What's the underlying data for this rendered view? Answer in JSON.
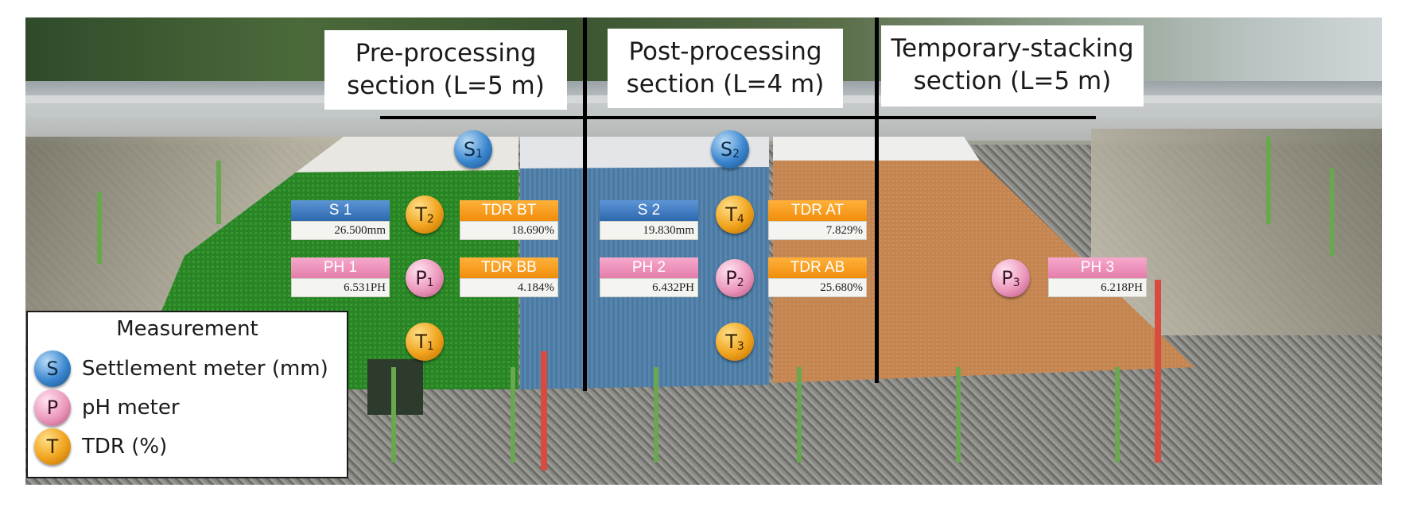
{
  "sections": [
    {
      "line1": "Pre-processing",
      "line2": "section (L=5 m)"
    },
    {
      "line1": "Post-processing",
      "line2": "section (L=4 m)"
    },
    {
      "line1": "Temporary-stacking",
      "line2": "section (L=5 m)"
    }
  ],
  "markers": {
    "s1": {
      "letter": "S",
      "sub": "1"
    },
    "s2": {
      "letter": "S",
      "sub": "2"
    },
    "t1": {
      "letter": "T",
      "sub": "1"
    },
    "t2": {
      "letter": "T",
      "sub": "2"
    },
    "t3": {
      "letter": "T",
      "sub": "3"
    },
    "t4": {
      "letter": "T",
      "sub": "4"
    },
    "p1": {
      "letter": "P",
      "sub": "1"
    },
    "p2": {
      "letter": "P",
      "sub": "2"
    },
    "p3": {
      "letter": "P",
      "sub": "3"
    }
  },
  "readouts": {
    "s1": {
      "label": "S 1",
      "value": "26.500mm"
    },
    "ph1": {
      "label": "PH 1",
      "value": "6.531PH"
    },
    "tdr_bt": {
      "label": "TDR BT",
      "value": "18.690%"
    },
    "tdr_bb": {
      "label": "TDR BB",
      "value": "4.184%"
    },
    "s2": {
      "label": "S 2",
      "value": "19.830mm"
    },
    "ph2": {
      "label": "PH 2",
      "value": "6.432PH"
    },
    "tdr_at": {
      "label": "TDR AT",
      "value": "7.829%"
    },
    "tdr_ab": {
      "label": "TDR AB",
      "value": "25.680%"
    },
    "ph3": {
      "label": "PH 3",
      "value": "6.218PH"
    }
  },
  "legend": {
    "title": "Measurement",
    "items": [
      {
        "letter": "S",
        "label": "Settlement meter (mm)"
      },
      {
        "letter": "P",
        "label": "pH meter"
      },
      {
        "letter": "T",
        "label": "TDR (%)"
      }
    ]
  },
  "colors": {
    "settlement": "#3a86cf",
    "ph": "#ec98bd",
    "tdr": "#f0a21c",
    "pre_section_turf": "#2f8f2a",
    "post_section_mesh": "#4f7fa8",
    "stacking_section_mat": "#c98a55"
  }
}
